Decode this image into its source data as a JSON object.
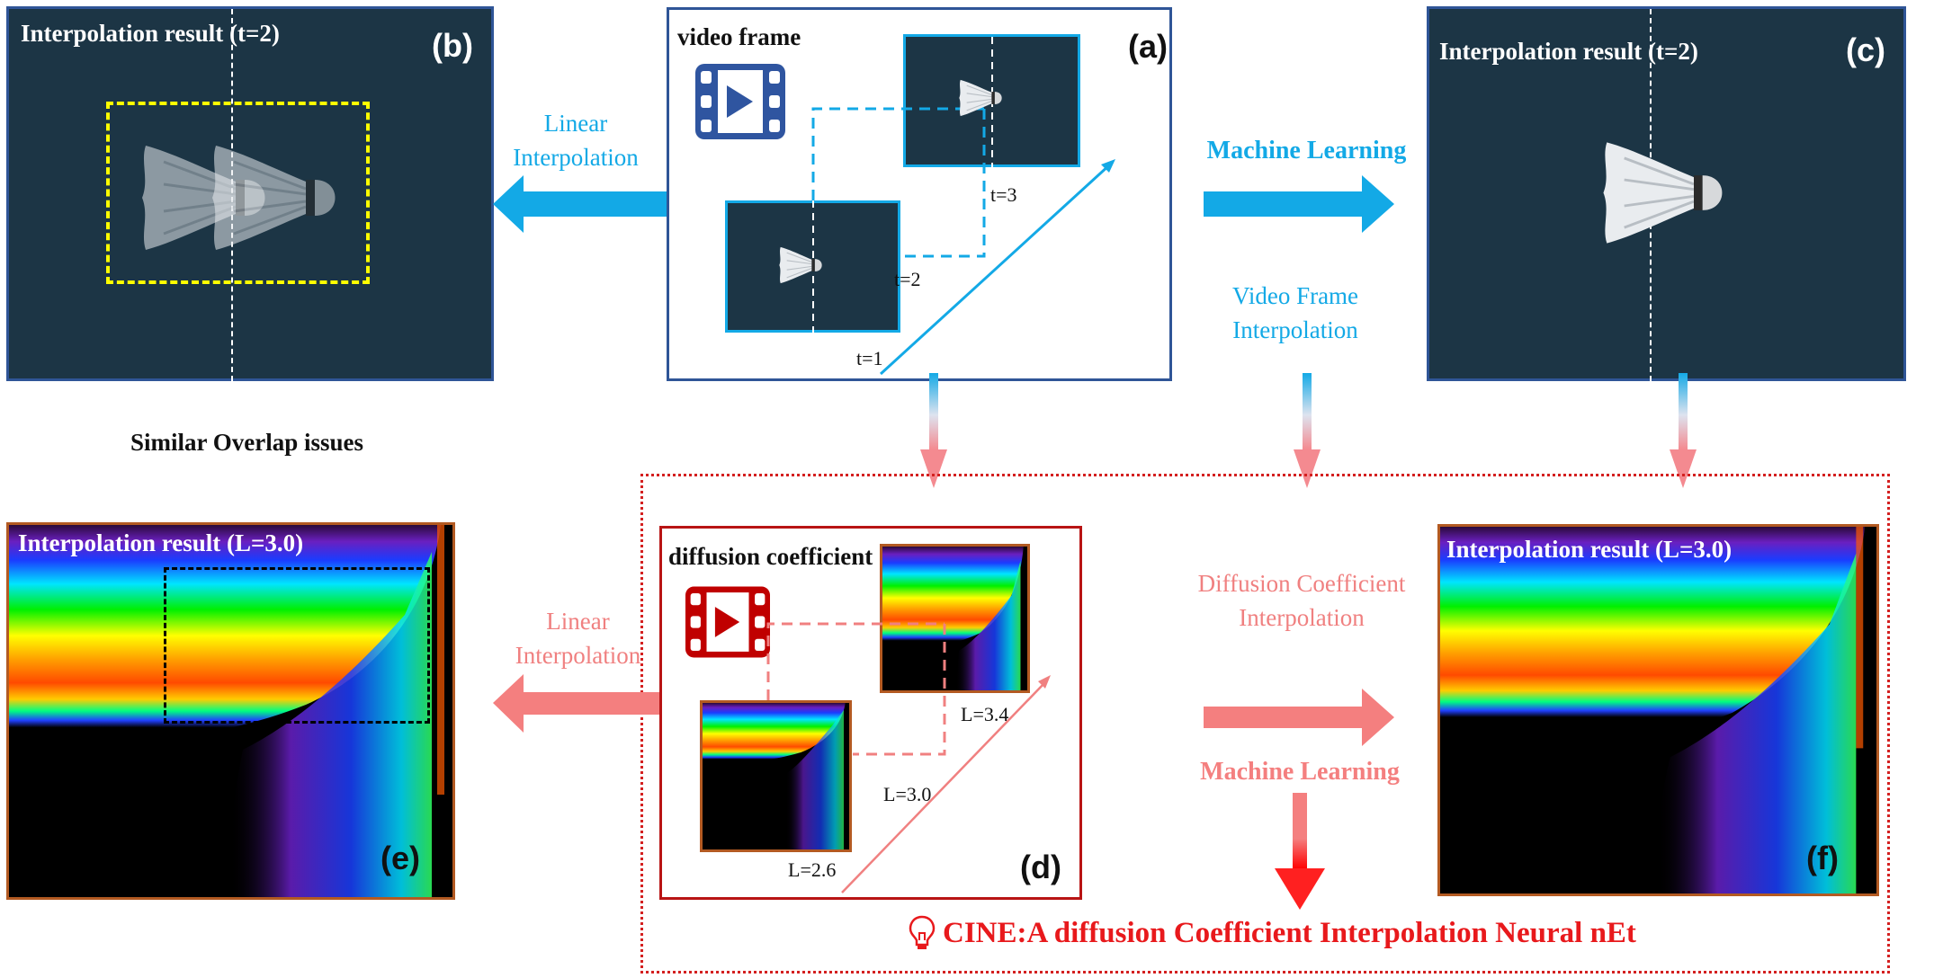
{
  "panels": {
    "a": {
      "label": "(a)",
      "title": "video frame",
      "icon": "video-frame-icon",
      "frames": [
        {
          "label": "t=1"
        },
        {
          "label": "t=2"
        },
        {
          "label": "t=3"
        }
      ]
    },
    "b": {
      "label": "(b)",
      "title": "Interpolation result (t=2)"
    },
    "c": {
      "label": "(c)",
      "title": "Interpolation result (t=2)"
    },
    "d": {
      "label": "(d)",
      "title": "diffusion coefficient",
      "icon": "video-frame-icon",
      "frames": [
        {
          "label": "L=2.6"
        },
        {
          "label": "L=3.0"
        },
        {
          "label": "L=3.4"
        }
      ]
    },
    "e": {
      "label": "(e)",
      "title": "Interpolation result (L=3.0)"
    },
    "f": {
      "label": "(f)",
      "title": "Interpolation result (L=3.0)"
    }
  },
  "annotations": {
    "top_left_arrow": {
      "line1": "Linear",
      "line2": "Interpolation"
    },
    "top_right_arrow": {
      "label": "Machine Learning"
    },
    "top_right_sub": {
      "line1": "Video Frame",
      "line2": "Interpolation"
    },
    "overlap_note": "Similar Overlap issues",
    "bottom_left_arrow": {
      "line1": "Linear",
      "line2": "Interpolation"
    },
    "bottom_right_top": {
      "line1": "Diffusion Coefficient",
      "line2": "Interpolation"
    },
    "bottom_right_arrow": {
      "label": "Machine Learning"
    },
    "footer": "CINE:A diffusion Coefficient Interpolation Neural nEt",
    "footer_icon": "lightbulb-icon"
  },
  "colors": {
    "blue_accent": "#13a9e6",
    "navy": "#2f5597",
    "dark_bg": "#1c3545",
    "pink_accent": "#f47f7f",
    "red_accent": "#e8191c",
    "dark_red": "#c00000",
    "highlight_yellow": "#ffff00"
  }
}
